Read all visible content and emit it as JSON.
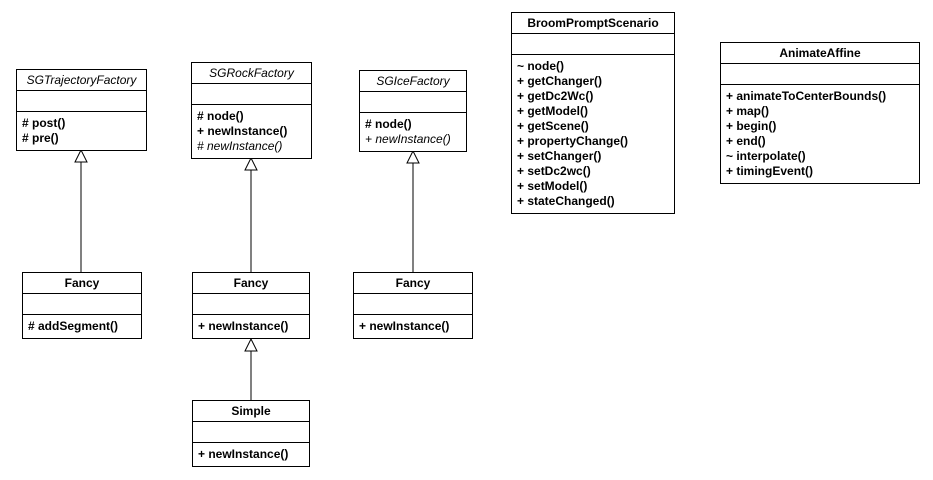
{
  "diagram": {
    "type": "uml-class-diagram",
    "colors": {
      "background": "#ffffff",
      "line": "#000000",
      "box_fill": "#ffffff",
      "text": "#000000"
    },
    "classes": [
      {
        "name": "SGTrajectoryFactory",
        "abstract": true,
        "attributes": [],
        "methods": [
          {
            "text": "# post()",
            "abstract": false
          },
          {
            "text": "# pre()",
            "abstract": false
          }
        ]
      },
      {
        "name": "SGRockFactory",
        "abstract": true,
        "attributes": [],
        "methods": [
          {
            "text": "# node()",
            "abstract": false
          },
          {
            "text": "+ newInstance()",
            "abstract": false
          },
          {
            "text": "# newInstance()",
            "abstract": true
          }
        ]
      },
      {
        "name": "SGIceFactory",
        "abstract": true,
        "attributes": [],
        "methods": [
          {
            "text": "# node()",
            "abstract": false
          },
          {
            "text": "+ newInstance()",
            "abstract": true
          }
        ]
      },
      {
        "name": "BroomPromptScenario",
        "abstract": false,
        "attributes": [],
        "methods": [
          {
            "text": "~ node()",
            "abstract": false
          },
          {
            "text": "+ getChanger()",
            "abstract": false
          },
          {
            "text": "+ getDc2Wc()",
            "abstract": false
          },
          {
            "text": "+ getModel()",
            "abstract": false
          },
          {
            "text": "+ getScene()",
            "abstract": false
          },
          {
            "text": "+ propertyChange()",
            "abstract": false
          },
          {
            "text": "+ setChanger()",
            "abstract": false
          },
          {
            "text": "+ setDc2wc()",
            "abstract": false
          },
          {
            "text": "+ setModel()",
            "abstract": false
          },
          {
            "text": "+ stateChanged()",
            "abstract": false
          }
        ]
      },
      {
        "name": "AnimateAffine",
        "abstract": false,
        "attributes": [],
        "methods": [
          {
            "text": "+ animateToCenterBounds()",
            "abstract": false
          },
          {
            "text": "+ map()",
            "abstract": false
          },
          {
            "text": "+ begin()",
            "abstract": false
          },
          {
            "text": "+ end()",
            "abstract": false
          },
          {
            "text": "~ interpolate()",
            "abstract": false
          },
          {
            "text": "+ timingEvent()",
            "abstract": false
          }
        ]
      },
      {
        "name": "Fancy",
        "abstract": false,
        "attributes": [],
        "methods": [
          {
            "text": "# addSegment()",
            "abstract": false
          }
        ]
      },
      {
        "name": "Fancy",
        "abstract": false,
        "attributes": [],
        "methods": [
          {
            "text": "+ newInstance()",
            "abstract": false
          }
        ]
      },
      {
        "name": "Fancy",
        "abstract": false,
        "attributes": [],
        "methods": [
          {
            "text": "+ newInstance()",
            "abstract": false
          }
        ]
      },
      {
        "name": "Simple",
        "abstract": false,
        "attributes": [],
        "methods": [
          {
            "text": "+ newInstance()",
            "abstract": false
          }
        ]
      }
    ],
    "relationships": [
      {
        "type": "generalization",
        "from": "Fancy (left)",
        "to": "SGTrajectoryFactory"
      },
      {
        "type": "generalization",
        "from": "Fancy (middle)",
        "to": "SGRockFactory"
      },
      {
        "type": "generalization",
        "from": "Fancy (right)",
        "to": "SGIceFactory"
      },
      {
        "type": "generalization",
        "from": "Simple",
        "to": "Fancy (middle)"
      }
    ]
  }
}
